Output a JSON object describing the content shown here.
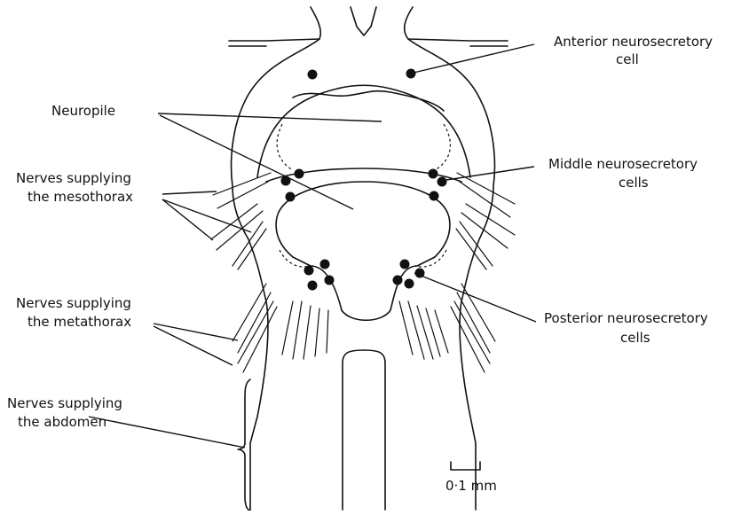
{
  "labels": {
    "anterior_line1": "Anterior neurosecretory",
    "anterior_line2": "cell",
    "middle_line1": "Middle neurosecretory",
    "middle_line2": "cells",
    "posterior_line1": "Posterior neurosecretory",
    "posterior_line2": "cells",
    "neuropile": "Neuropile",
    "mesothorax_line1": "Nerves supplying",
    "mesothorax_line2": "the mesothorax",
    "metathorax_line1": "Nerves supplying",
    "metathorax_line2": "the metathorax",
    "abdomen_line1": "Nerves supplying",
    "abdomen_line2": "the abdomen"
  },
  "scale_bar": {
    "label": "0·1 mm"
  }
}
